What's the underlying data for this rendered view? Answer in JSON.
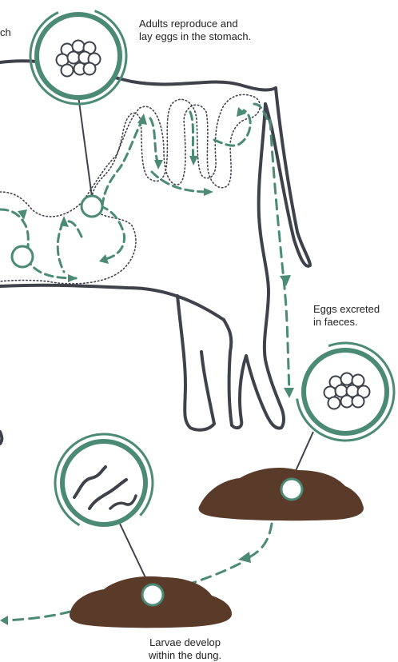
{
  "colors": {
    "accent": "#4b8a74",
    "outline": "#3f424b",
    "dung": "#5a3b2a",
    "background": "#ffffff"
  },
  "labels": {
    "partial_left": "ch",
    "adults_line1": "Adults reproduce and",
    "adults_line2": "lay eggs in the stomach.",
    "eggs_line1": "Eggs excreted",
    "eggs_line2": "in faeces.",
    "larvae_line1": "Larvae develop",
    "larvae_line2": "within the dung."
  },
  "icons": {
    "stomach_eggs": "egg-cluster-icon",
    "faeces_eggs": "egg-cluster-icon",
    "larvae": "larvae-icon"
  }
}
